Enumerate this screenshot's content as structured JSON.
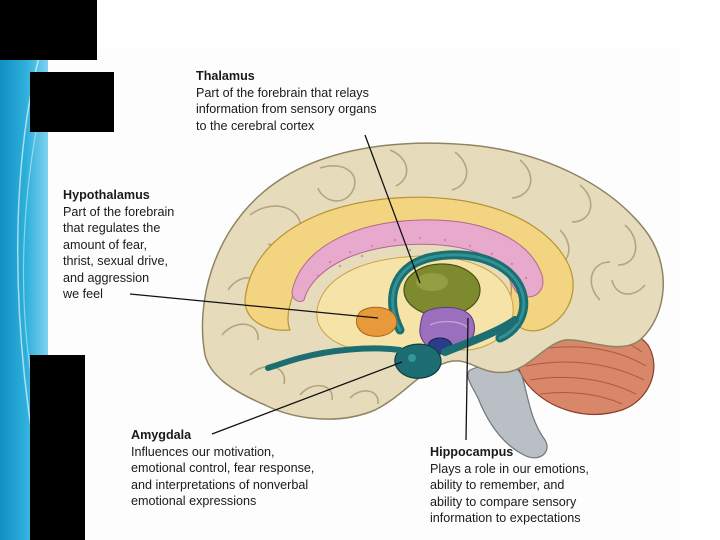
{
  "labels": {
    "thalamus": {
      "title": "Thalamus",
      "lines": [
        "Part of the forebrain that relays",
        "information from sensory organs",
        "to the cerebral cortex"
      ]
    },
    "hypothalamus": {
      "title": "Hypothalamus",
      "lines": [
        "Part of the forebrain",
        "that regulates the",
        "amount of fear,",
        "thrist, sexual drive,",
        "and aggression",
        "we feel"
      ]
    },
    "amygdala": {
      "title": "Amygdala",
      "lines": [
        "Influences our motivation,",
        "emotional control, fear response,",
        "and interpretations of nonverbal",
        "emotional expressions"
      ]
    },
    "hippocampus": {
      "title": "Hippocampus",
      "lines": [
        "Plays a role in our emotions,",
        "ability to remember, and",
        "ability to compare sensory",
        "information to expectations"
      ]
    }
  },
  "colors": {
    "accent_blue": "#1e9fd4",
    "cortex": "#e6dcbc",
    "limbic_yellow": "#f3d480",
    "pink": "#e7a9cc",
    "thalamus_green": "#7d8a2e",
    "teal": "#1c6e72",
    "purple": "#9b6fbe",
    "cerebellum": "#d9876a",
    "brainstem": "#b9bfc4"
  }
}
